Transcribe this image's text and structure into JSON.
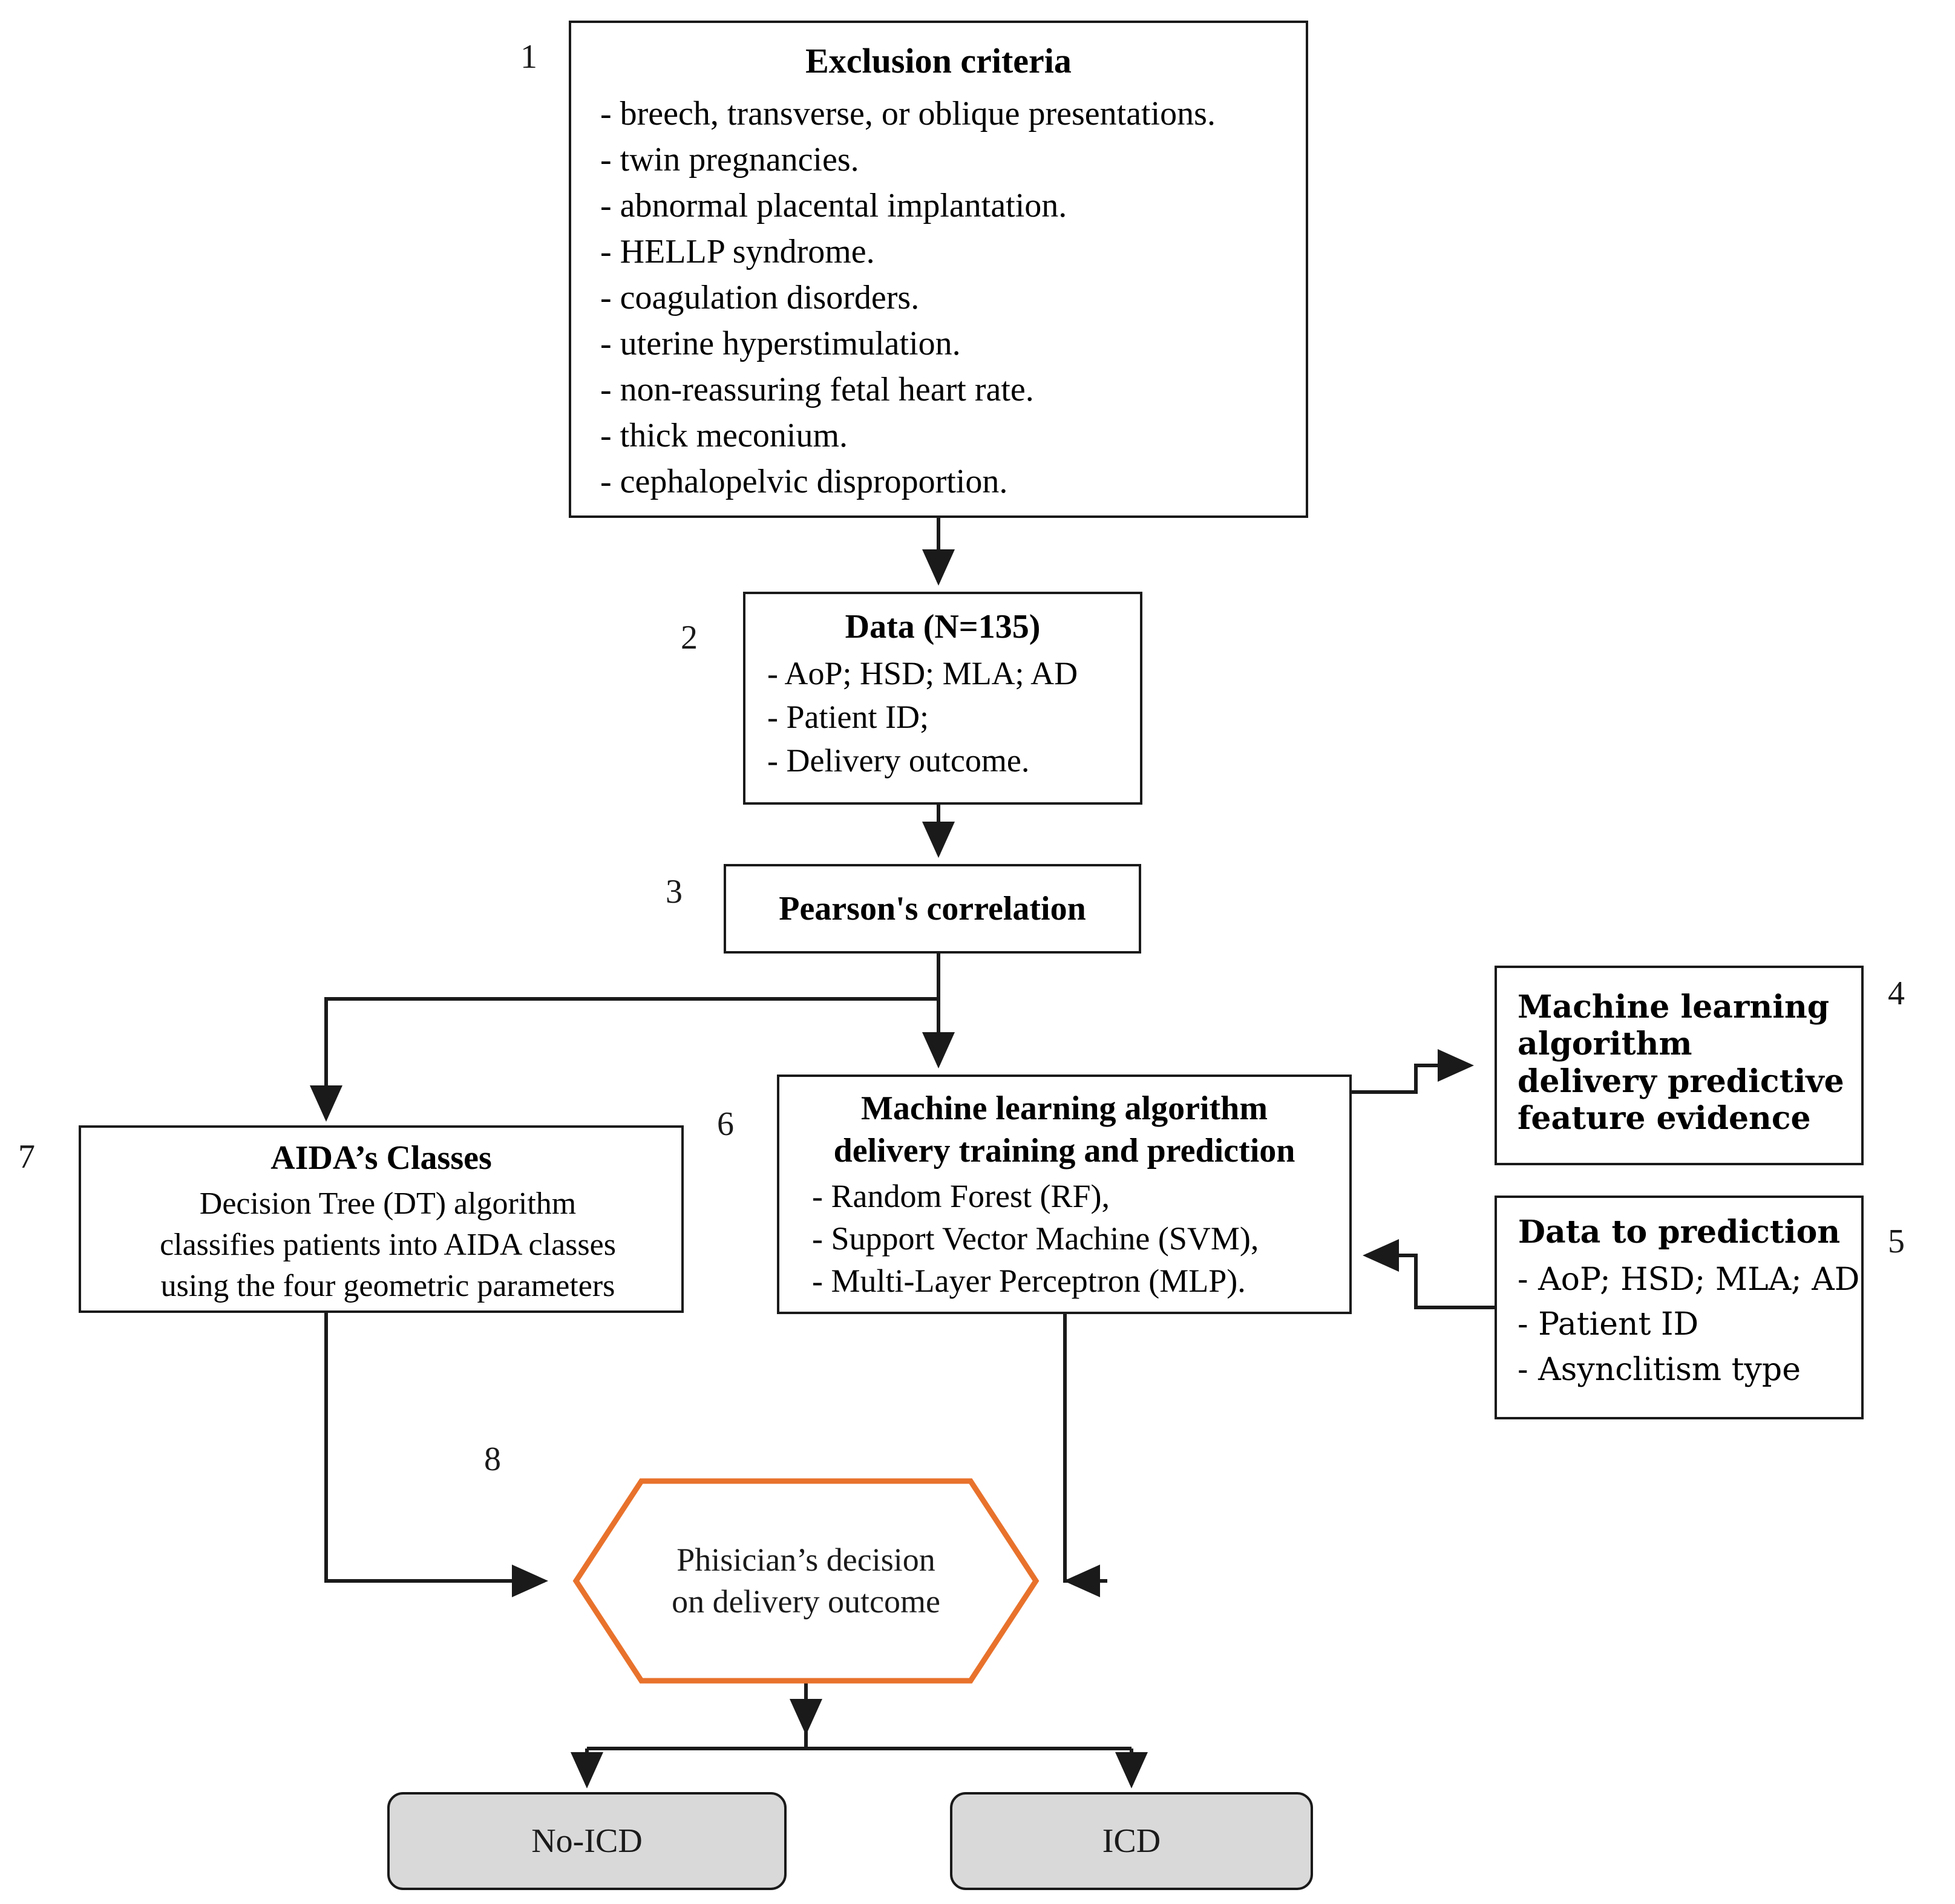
{
  "colors": {
    "stroke": "#1a1a1a",
    "decision_border": "#E8722C",
    "terminal_fill": "#d9d9d9"
  },
  "nodes": {
    "exclusion": {
      "number": "1",
      "title": "Exclusion criteria",
      "items": [
        "- breech, transverse, or oblique presentations.",
        "- twin pregnancies.",
        "- abnormal placental implantation.",
        "- HELLP syndrome.",
        "- coagulation disorders.",
        "- uterine hyperstimulation.",
        "- non-reassuring fetal heart rate.",
        "- thick meconium.",
        "- cephalopelvic disproportion."
      ]
    },
    "data": {
      "number": "2",
      "title": "Data (N=135)",
      "items": [
        "- AoP; HSD; MLA; AD",
        "- Patient ID;",
        "- Delivery outcome."
      ]
    },
    "pearson": {
      "number": "3",
      "title": "Pearson's correlation"
    },
    "ml_evidence": {
      "number": "4",
      "lines": [
        "Machine learning",
        "algorithm",
        "delivery predictive",
        "feature evidence"
      ]
    },
    "data_to_prediction": {
      "number": "5",
      "title": "Data to prediction",
      "items": [
        "- AoP; HSD; MLA; AD",
        "- Patient ID",
        "- Asynclitism type"
      ]
    },
    "ml_training": {
      "number": "6",
      "title_line1": "Machine learning algorithm",
      "title_line2": "delivery training and prediction",
      "items": [
        "- Random Forest (RF),",
        "- Support Vector Machine (SVM),",
        "- Multi-Layer Perceptron (MLP)."
      ]
    },
    "aida_classes": {
      "number": "7",
      "title": "AIDA’s Classes",
      "items": [
        "Decision Tree (DT) algorithm",
        "classifies patients into AIDA classes",
        "using the four geometric parameters"
      ]
    },
    "decision": {
      "number": "8",
      "line1": "Phisician’s decision",
      "line2": "on delivery outcome"
    },
    "outcome_no_icd": {
      "label": "No-ICD"
    },
    "outcome_icd": {
      "label": "ICD"
    }
  }
}
